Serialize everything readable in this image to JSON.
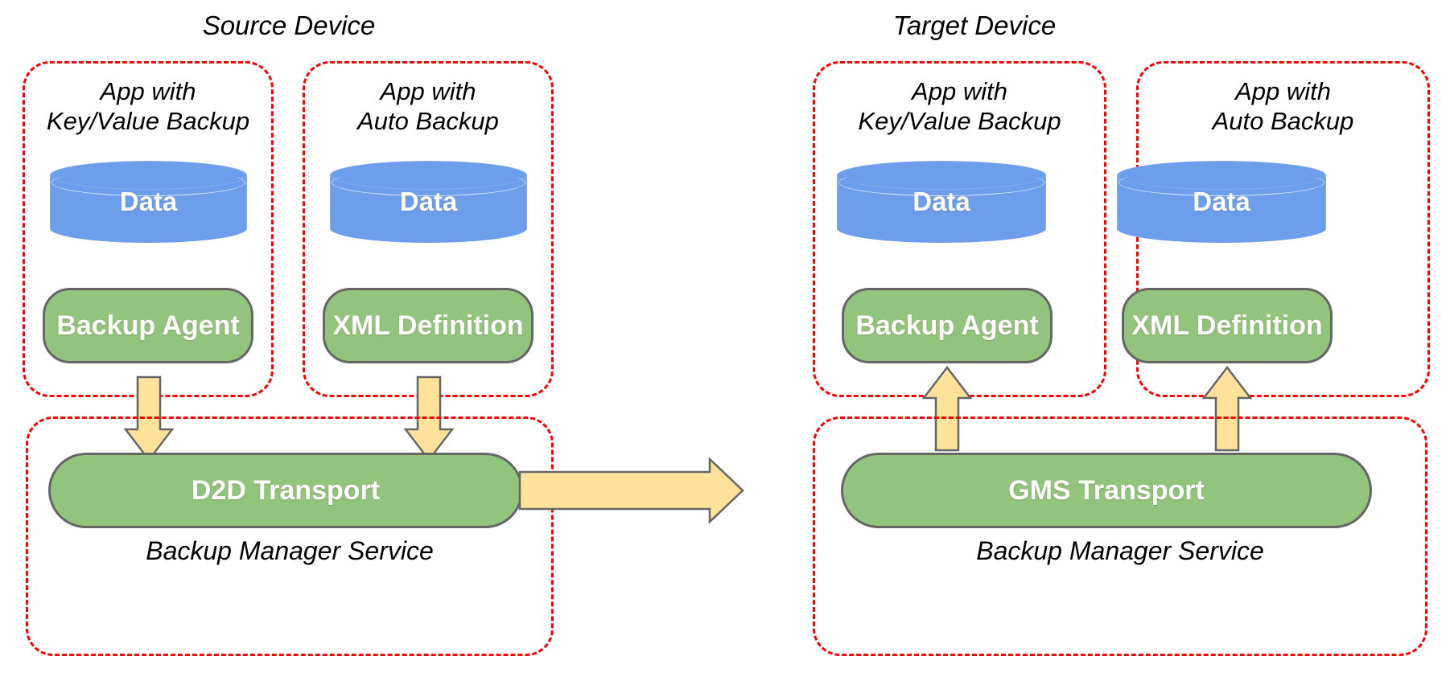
{
  "diagram": {
    "title_hidden": "Android Backup / Device-to-Device transfer architecture",
    "colors": {
      "cylinder_blue": "#6d9eeb",
      "pill_green": "#93c47d",
      "arrow_yellow": "#ffe29a",
      "arrow_border": "#666666",
      "dashed_border_red": "#ff0000",
      "text_white": "#ffffff",
      "text_black": "#000000",
      "background": "#ffffff"
    },
    "devices": [
      {
        "name": "source",
        "title": "Source Device",
        "apps": [
          {
            "label_line1": "App with",
            "label_line2": "Key/Value Backup",
            "data_label": "Data",
            "component_label": "Backup Agent",
            "arrow_direction": "down"
          },
          {
            "label_line1": "App with",
            "label_line2": "Auto Backup",
            "data_label": "Data",
            "component_label": "XML Definition",
            "arrow_direction": "down"
          }
        ],
        "service": {
          "transport_label": "D2D Transport",
          "service_label": "Backup Manager Service"
        }
      },
      {
        "name": "target",
        "title": "Target Device",
        "apps": [
          {
            "label_line1": "App with",
            "label_line2": "Key/Value Backup",
            "data_label": "Data",
            "component_label": "Backup Agent",
            "arrow_direction": "up"
          },
          {
            "label_line1": "App with",
            "label_line2": "Auto Backup",
            "data_label": "Data",
            "component_label": "XML Definition",
            "arrow_direction": "up"
          }
        ],
        "service": {
          "transport_label": "GMS Transport",
          "service_label": "Backup Manager Service"
        }
      }
    ],
    "connector": {
      "name": "transport-link-arrow",
      "direction": "right",
      "from": "D2D Transport",
      "to": "GMS Transport",
      "label": ""
    }
  }
}
